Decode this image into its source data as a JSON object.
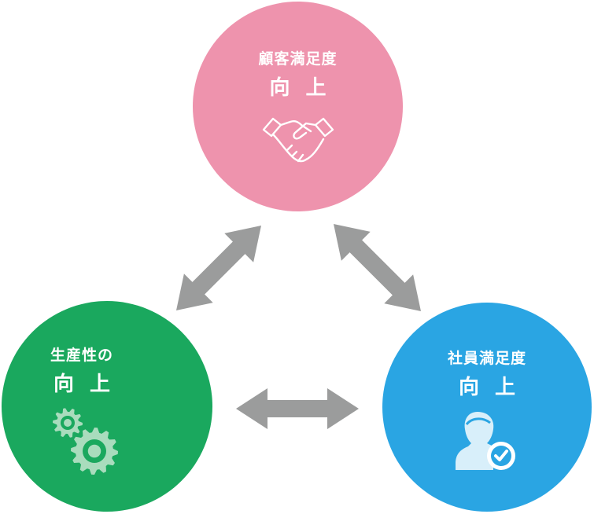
{
  "colors": {
    "customer": "#ee93ad",
    "productivity": "#1aa85e",
    "employee": "#2aa5e3",
    "arrow": "#9b9c9c"
  },
  "customer": {
    "title": "顧客満足度",
    "subtitle": "向上",
    "icon": "handshake-icon"
  },
  "productivity": {
    "title": "生産性の",
    "subtitle": "向上",
    "icon": "gears-icon"
  },
  "employee": {
    "title": "社員満足度",
    "subtitle": "向上",
    "icon": "person-check-icon"
  },
  "relations": [
    {
      "from": "productivity",
      "to": "customer",
      "type": "bidirectional"
    },
    {
      "from": "customer",
      "to": "employee",
      "type": "bidirectional"
    },
    {
      "from": "productivity",
      "to": "employee",
      "type": "bidirectional"
    }
  ]
}
